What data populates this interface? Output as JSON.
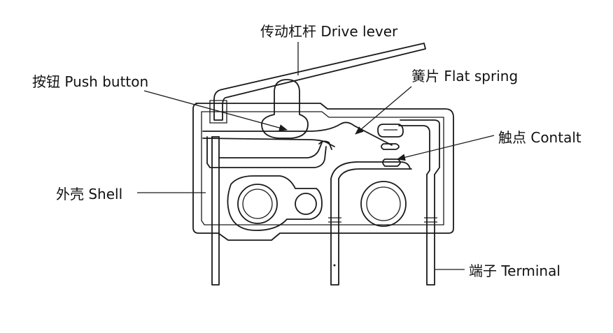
{
  "labels": {
    "drive_lever": "传动杠杆 Drive lever",
    "push_button": "按钮 Push button",
    "flat_spring": "簧片 Flat spring",
    "contact": "触点 Contalt",
    "shell": "外壳 Shell",
    "terminal": "端子 Terminal"
  },
  "colors": {
    "line": "#1a1a1a",
    "background": "#ffffff"
  }
}
